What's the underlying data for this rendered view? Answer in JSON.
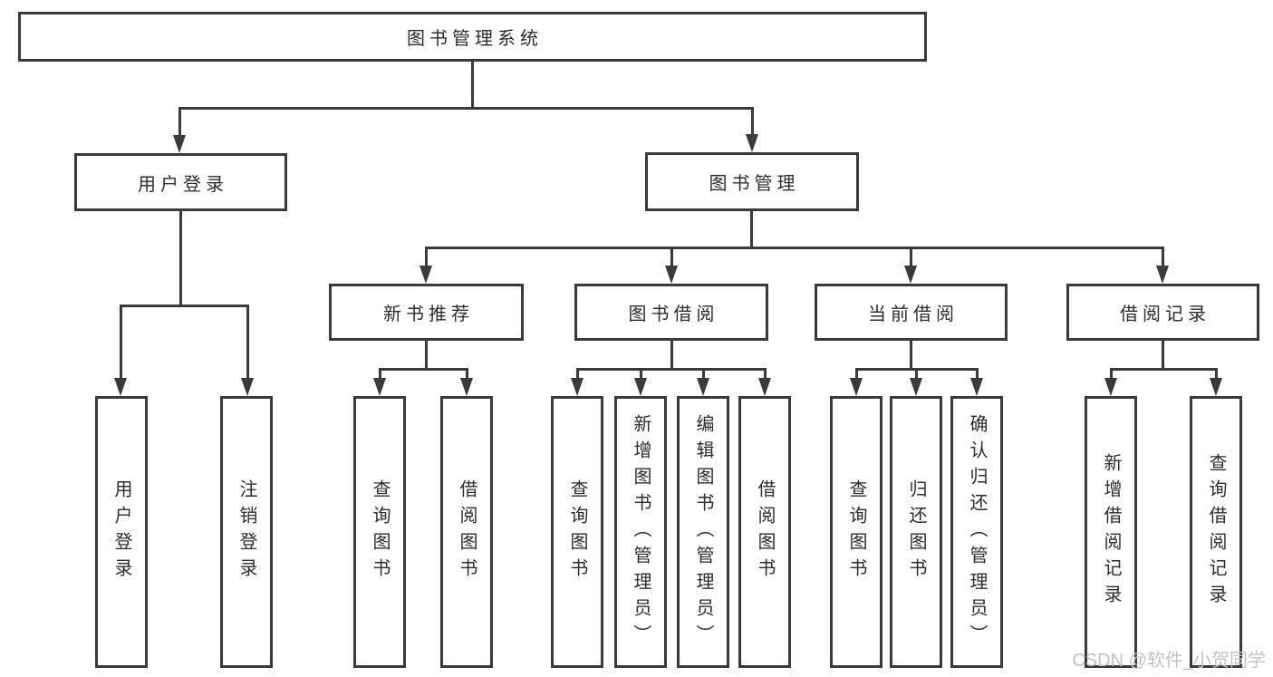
{
  "tree": {
    "label": "图书管理系统",
    "children": [
      {
        "label": "用户登录",
        "children": [
          {
            "label": "用户登录"
          },
          {
            "label": "注销登录"
          }
        ]
      },
      {
        "label": "图书管理",
        "children": [
          {
            "label": "新书推荐",
            "children": [
              {
                "label": "查询图书"
              },
              {
                "label": "借阅图书"
              }
            ]
          },
          {
            "label": "图书借阅",
            "children": [
              {
                "label": "查询图书"
              },
              {
                "label": "新增图书（管理员）"
              },
              {
                "label": "编辑图书（管理员）"
              },
              {
                "label": "借阅图书"
              }
            ]
          },
          {
            "label": "当前借阅",
            "children": [
              {
                "label": "查询图书"
              },
              {
                "label": "归还图书"
              },
              {
                "label": "确认归还（管理员）"
              }
            ]
          },
          {
            "label": "借阅记录",
            "children": [
              {
                "label": "新增借阅记录"
              },
              {
                "label": "查询借阅记录"
              }
            ]
          }
        ]
      }
    ]
  },
  "watermark": "CSDN @软件_小贺同学",
  "colors": {
    "line": "#3a3a3a",
    "text": "#2d2d2d",
    "watermark": "#c3c3c3",
    "background": "#ffffff"
  }
}
